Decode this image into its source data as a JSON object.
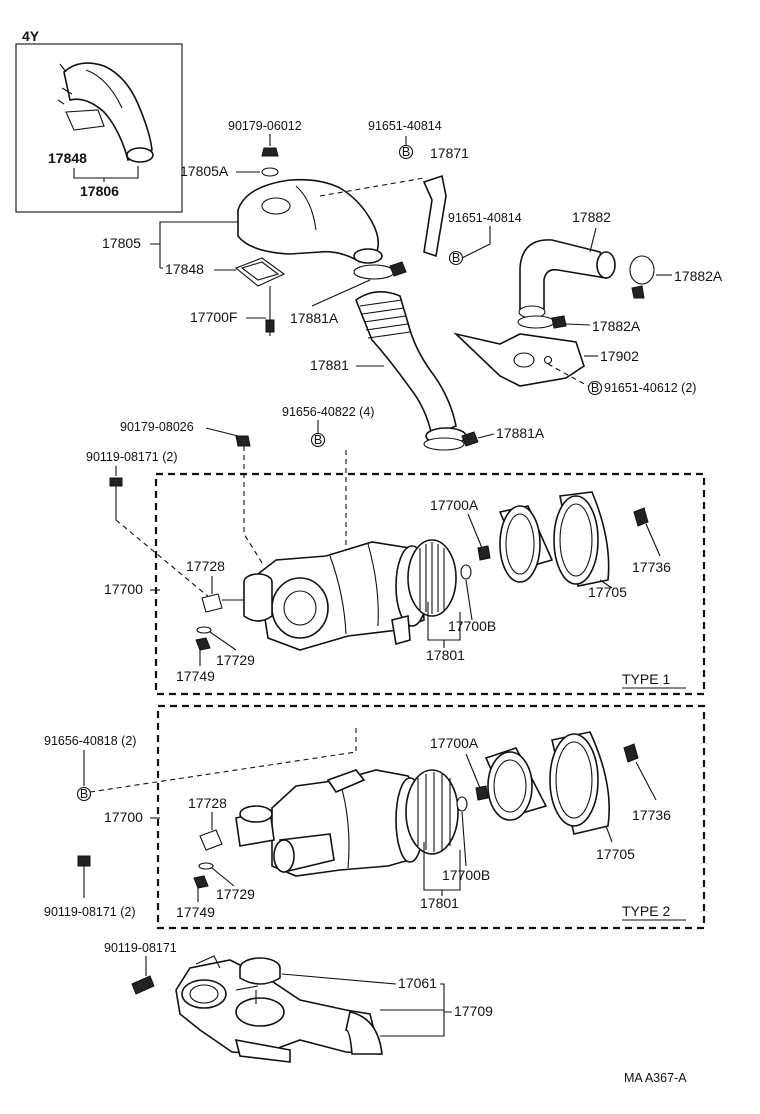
{
  "inset": {
    "label": "4Y",
    "parts": [
      "17848",
      "17806"
    ]
  },
  "top_labels": {
    "bolt_90179_06012": "90179-06012",
    "part_17805A": "17805A",
    "part_17805": "17805",
    "part_17848": "17848",
    "part_17700F": "17700F",
    "bolt_91651_40814_a": "91651-40814",
    "part_17871": "17871",
    "bolt_91651_40814_b": "91651-40814",
    "part_17881A_a": "17881A",
    "part_17881": "17881",
    "part_17881A_b": "17881A",
    "part_17882": "17882",
    "part_17882A_a": "17882A",
    "part_17882A_b": "17882A",
    "part_17902": "17902",
    "bolt_91651_40612": "91651-40612 (2)",
    "bolt_90179_08026": "90179-08026",
    "bolt_91656_40822": "91656-40822 (4)",
    "bolt_90119_08171_a": "90119-08171 (2)"
  },
  "type1": {
    "title": "TYPE  1",
    "labels": {
      "p17700": "17700",
      "p17728": "17728",
      "p17729": "17729",
      "p17749": "17749",
      "p17700A": "17700A",
      "p17700B": "17700B",
      "p17801": "17801",
      "p17705": "17705",
      "p17736": "17736"
    }
  },
  "type2": {
    "title": "TYPE  2",
    "labels": {
      "bolt_91656_40818": "91656-40818 (2)",
      "p17700": "17700",
      "p17728": "17728",
      "p17729": "17729",
      "p17749": "17749",
      "bolt_90119_08171": "90119-08171 (2)",
      "p17700A": "17700A",
      "p17700B": "17700B",
      "p17801": "17801",
      "p17705": "17705",
      "p17736": "17736"
    }
  },
  "bottom": {
    "bolt_90119_08171": "90119-08171",
    "p17061": "17061",
    "p17709": "17709"
  },
  "footer_code": "MA  A367-A",
  "bolt_marker": "B"
}
